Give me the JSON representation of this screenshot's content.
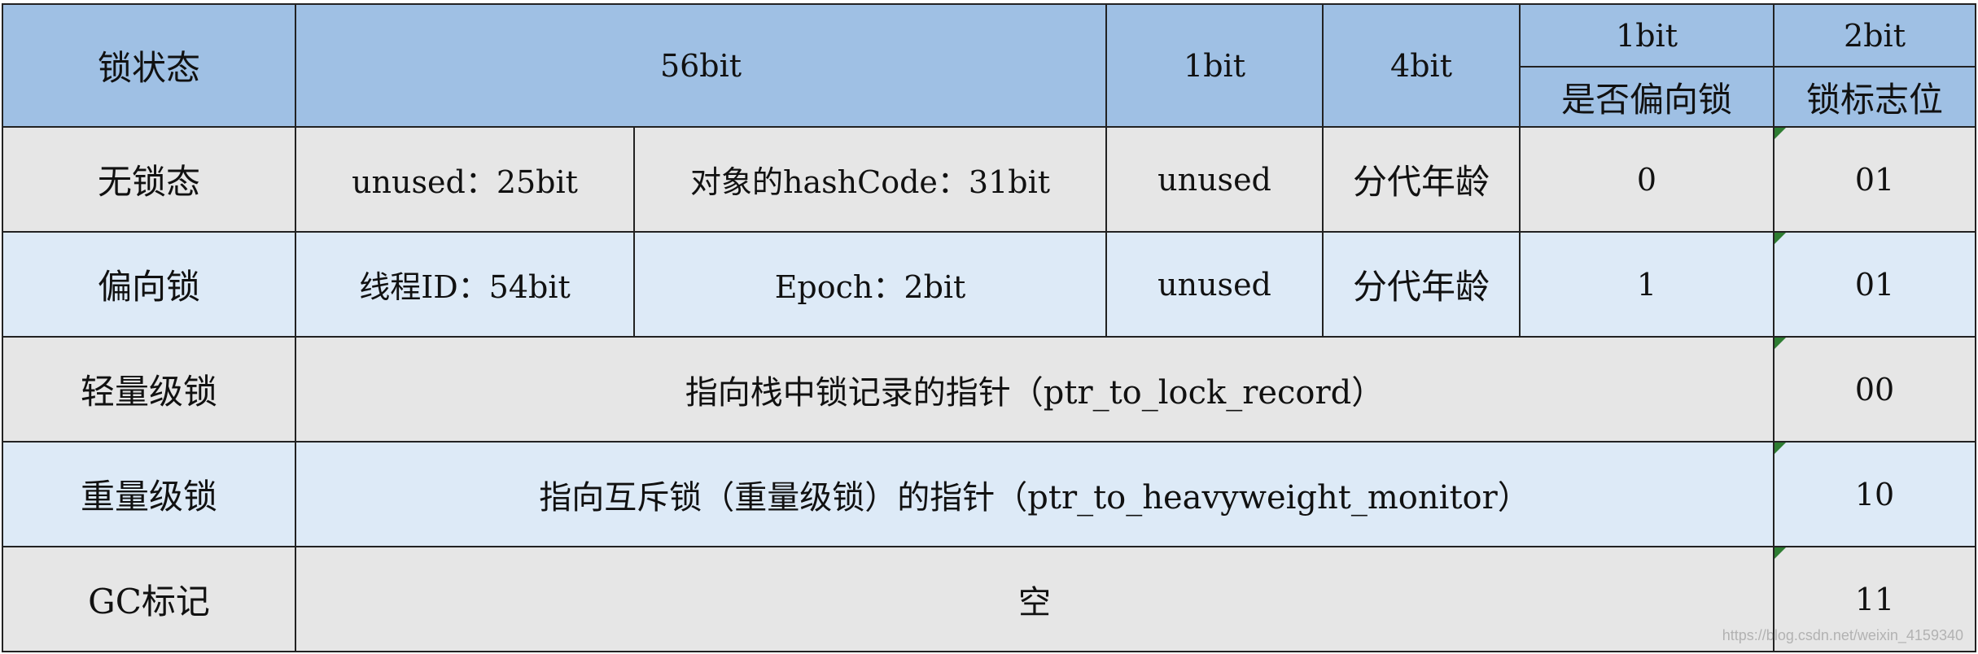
{
  "header": {
    "lock_state": "锁状态",
    "bits56": "56bit",
    "bits1": "1bit",
    "bits4": "4bit",
    "biased_bit": "1bit",
    "flag_bit": "2bit",
    "biased_label": "是否偏向锁",
    "flag_label": "锁标志位"
  },
  "rows": [
    {
      "state": "无锁态",
      "col_a": "unused：25bit",
      "col_b": "对象的hashCode：31bit",
      "unused": "unused",
      "age": "分代年龄",
      "biased": "0",
      "flag": "01"
    },
    {
      "state": "偏向锁",
      "col_a": "线程ID：54bit",
      "col_b": "Epoch：2bit",
      "unused": "unused",
      "age": "分代年龄",
      "biased": "1",
      "flag": "01"
    },
    {
      "state": "轻量级锁",
      "content": "指向栈中锁记录的指针（ptr_to_lock_record）",
      "flag": "00"
    },
    {
      "state": "重量级锁",
      "content": "指向互斥锁（重量级锁）的指针（ptr_to_heavyweight_monitor）",
      "flag": "10"
    },
    {
      "state": "GC标记",
      "content": "空",
      "flag": "11"
    }
  ],
  "watermark": "https://blog.csdn.net/weixin_4159340"
}
